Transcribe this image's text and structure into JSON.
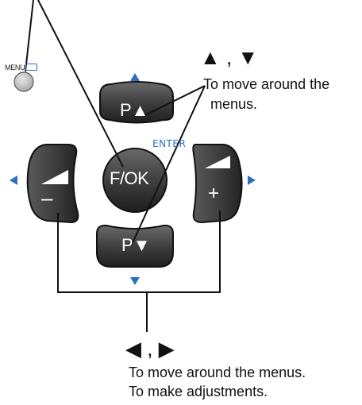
{
  "labels": {
    "arrows_updown": "▲ , ▼",
    "move_menus_line1": "To move around the",
    "move_menus_line2": "menus.",
    "arrows_leftright": "◀ , ▶",
    "move_menus_full": "To move around the menus.",
    "make_adjustments": "To make adjustments.",
    "enter": "ENTER",
    "menu_button": "MENU"
  },
  "buttons": {
    "p_up": "P▲",
    "f_ok": "F/OK",
    "p_down": "P▼",
    "vol_minus": "–",
    "vol_plus": "+"
  },
  "colors": {
    "button_fill": "#4a4a4a",
    "button_dark": "#2a2a2a",
    "arrow_blue": "#2f6fbf",
    "menu_button": "#c8c8c8",
    "line": "#111111"
  }
}
